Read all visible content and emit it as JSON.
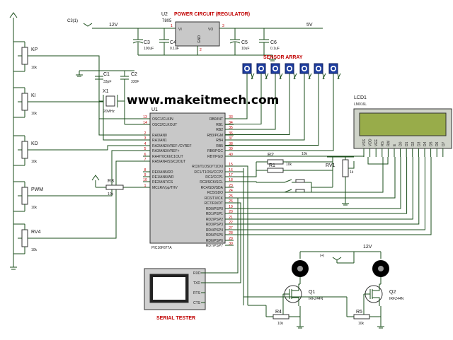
{
  "watermark": "www.makeitmech.com",
  "power": {
    "title": "POWER CIRCUIT (REGULATOR)",
    "regulator_ref": "U2",
    "regulator_part": "7805",
    "vi": "VI",
    "vo": "VO",
    "gnd": "GND",
    "in_net": "12V",
    "out_net": "5V",
    "input_label": "C3(1)",
    "c3": "C3",
    "c3v": "100uF",
    "c4": "C4",
    "c4v": "0.1uF",
    "c5": "C5",
    "c5v": "10uF",
    "c6": "C6",
    "c6v": "0.1uF",
    "pin1": "1",
    "pin2": "2",
    "pin3": "3"
  },
  "pots": [
    {
      "name": "KP",
      "value": "10k"
    },
    {
      "name": "KI",
      "value": "10k"
    },
    {
      "name": "KD",
      "value": "10k"
    },
    {
      "name": "PWM",
      "value": "10k"
    },
    {
      "name": "RV4",
      "value": "10k"
    }
  ],
  "sensor_array": {
    "title": "SENSOR ARRAY"
  },
  "crystal": {
    "c1": "C1",
    "c1v": "33pF",
    "c2": "C2",
    "c2v": "330F",
    "x1": "X1",
    "x1v": "20MHz"
  },
  "mcu": {
    "ref": "U1",
    "part": "PIC16F877A",
    "left_pins": [
      {
        "n": "13",
        "name": "OSC1/CLKIN"
      },
      {
        "n": "14",
        "name": "OSC2/CLKOUT"
      },
      {
        "n": "2",
        "name": "RA0/AN0"
      },
      {
        "n": "3",
        "name": "RA1/AN1"
      },
      {
        "n": "4",
        "name": "RA2/AN2/VREF-/CVREF"
      },
      {
        "n": "5",
        "name": "RA3/AN3/VREF+"
      },
      {
        "n": "6",
        "name": "RA4/T0CKI/C1OUT"
      },
      {
        "n": "7",
        "name": "RA5/AN4/SS/C2OUT"
      },
      {
        "n": "8",
        "name": "RE0/AN5/RD"
      },
      {
        "n": "9",
        "name": "RE1/AN6/WR"
      },
      {
        "n": "10",
        "name": "RE2/AN7/CS"
      },
      {
        "n": "1",
        "name": "MCLR/Vpp/THV"
      }
    ],
    "right_pins": [
      {
        "n": "33",
        "name": "RB0/INT"
      },
      {
        "n": "34",
        "name": "RB1"
      },
      {
        "n": "35",
        "name": "RB2"
      },
      {
        "n": "36",
        "name": "RB3/PGM"
      },
      {
        "n": "37",
        "name": "RB4"
      },
      {
        "n": "38",
        "name": "RB5"
      },
      {
        "n": "39",
        "name": "RB6/PGC"
      },
      {
        "n": "40",
        "name": "RB7/PGD"
      },
      {
        "n": "15",
        "name": "RC0/T1OSO/T1CKI"
      },
      {
        "n": "16",
        "name": "RC1/T1OSI/CCP2"
      },
      {
        "n": "17",
        "name": "RC2/CCP1"
      },
      {
        "n": "18",
        "name": "RC3/SCK/SCL"
      },
      {
        "n": "23",
        "name": "RC4/SDI/SDA"
      },
      {
        "n": "24",
        "name": "RC5/SDO"
      },
      {
        "n": "25",
        "name": "RC6/TX/CK"
      },
      {
        "n": "26",
        "name": "RC7/RX/DT"
      },
      {
        "n": "19",
        "name": "RD0/PSP0"
      },
      {
        "n": "20",
        "name": "RD1/PSP1"
      },
      {
        "n": "21",
        "name": "RD2/PSP2"
      },
      {
        "n": "22",
        "name": "RD3/PSP3"
      },
      {
        "n": "27",
        "name": "RD4/PSP4"
      },
      {
        "n": "28",
        "name": "RD5/PSP5"
      },
      {
        "n": "29",
        "name": "RD6/PSP6"
      },
      {
        "n": "30",
        "name": "RD7/PSP7"
      }
    ]
  },
  "r3": {
    "ref": "R3",
    "value": "10k"
  },
  "r1": {
    "ref": "R1",
    "value": "10k"
  },
  "r2": {
    "ref": "R2",
    "value": "10k"
  },
  "rv1": {
    "ref": "RV1",
    "value": "1k"
  },
  "lcd": {
    "ref": "LCD1",
    "part": "LM016L",
    "pins": [
      "VSS",
      "VDD",
      "VEE",
      "RS",
      "RW",
      "E",
      "D0",
      "D1",
      "D2",
      "D3",
      "D4",
      "D5",
      "D6",
      "D7"
    ]
  },
  "motor_supply": {
    "net": "12V",
    "label": "(+)"
  },
  "q1": {
    "ref": "Q1",
    "part": "IRFZ44N"
  },
  "q2": {
    "ref": "Q2",
    "part": "IRFZ44N"
  },
  "r4": {
    "ref": "R4",
    "value": "10k"
  },
  "r5": {
    "ref": "R5",
    "value": "10k"
  },
  "serial": {
    "title": "SERIAL TESTER",
    "pins": [
      "RXD",
      "TXD",
      "RTS",
      "CTS"
    ]
  }
}
